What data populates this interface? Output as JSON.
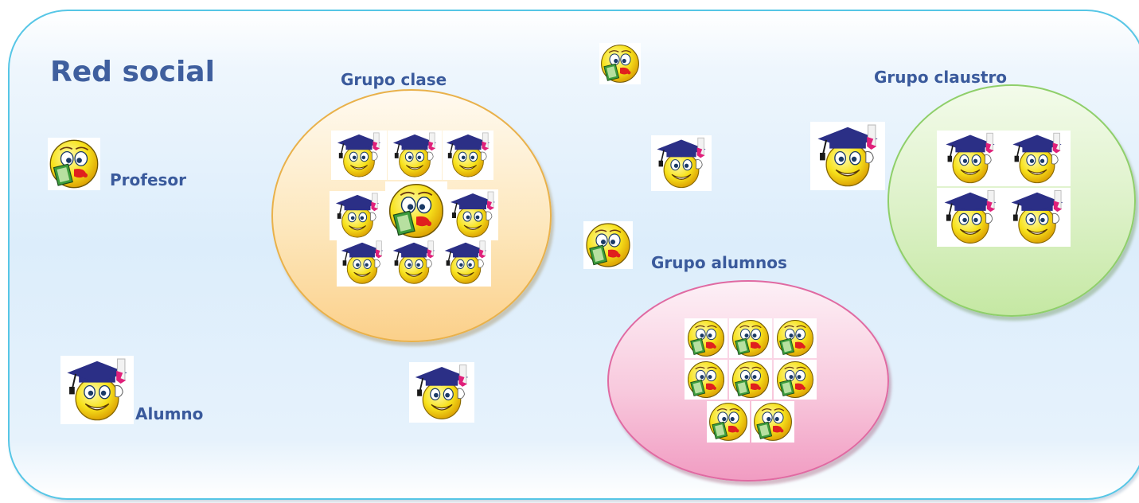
{
  "title": "Red social",
  "legend": {
    "teacher_label": "Profesor",
    "student_label": "Alumno"
  },
  "groups": {
    "clase": {
      "label": "Grupo clase",
      "border_color": "#e9b14a",
      "fill_color": "#fde7bc",
      "members": {
        "students": 8,
        "teachers": 1
      }
    },
    "claustro": {
      "label": "Grupo claustro",
      "border_color": "#8fcf6a",
      "fill_color": "#dcf1c7",
      "members": {
        "students": 4,
        "teachers": 0
      }
    },
    "alumnos": {
      "label": "Grupo alumnos",
      "border_color": "#e06aa2",
      "fill_color": "#f8c9dd",
      "members": {
        "students": 0,
        "teachers": 8
      }
    }
  },
  "colors": {
    "frame_border": "#56c6e6",
    "label_text": "#3a5a9c",
    "cap": "#2b2f86",
    "face": "#f7e21c"
  },
  "icons": {
    "teacher": "teacher-smiley-icon",
    "student": "graduate-smiley-icon"
  }
}
